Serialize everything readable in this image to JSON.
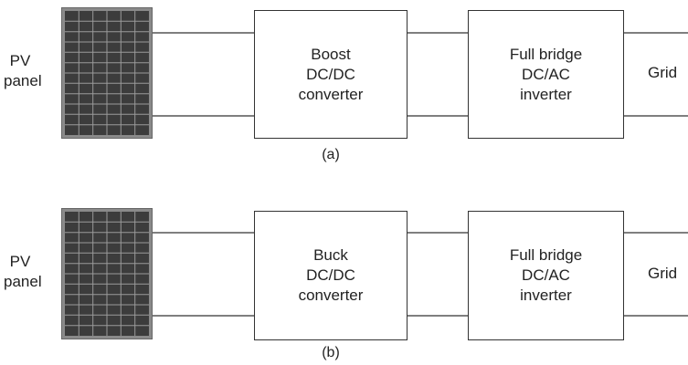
{
  "diagrams": [
    {
      "pv_label_line1": "PV",
      "pv_label_line2": "panel",
      "converter": {
        "line1": "Boost",
        "line2": "DC/DC",
        "line3": "converter"
      },
      "inverter": {
        "line1": "Full bridge",
        "line2": "DC/AC",
        "line3": "inverter"
      },
      "grid_label": "Grid",
      "caption": "(a)"
    },
    {
      "pv_label_line1": "PV",
      "pv_label_line2": "panel",
      "converter": {
        "line1": "Buck",
        "line2": "DC/DC",
        "line3": "converter"
      },
      "inverter": {
        "line1": "Full bridge",
        "line2": "DC/AC",
        "line3": "inverter"
      },
      "grid_label": "Grid",
      "caption": "(b)"
    }
  ],
  "colors": {
    "panel_frame": "#8a8a8a",
    "panel_cell": "#3c3c3c",
    "panel_grid": "#9a9a9a",
    "line": "#333333"
  }
}
